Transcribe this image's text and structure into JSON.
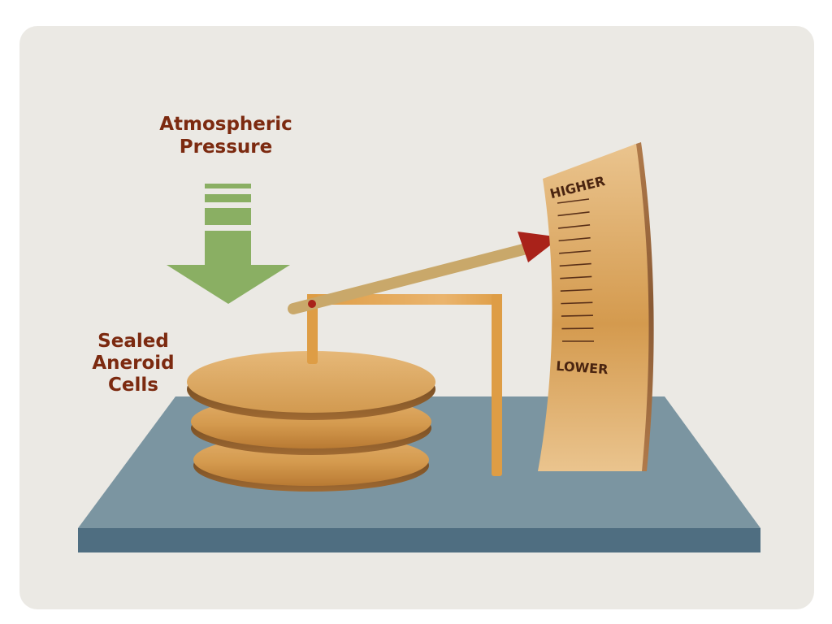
{
  "labels": {
    "pressure_line1": "Atmospheric",
    "pressure_line2": "Pressure",
    "cells_line1": "Sealed",
    "cells_line2": "Aneroid",
    "cells_line3": "Cells",
    "scale_high": "HIGHER",
    "scale_low": "LOWER"
  },
  "colors": {
    "background_panel": "#ebe9e4",
    "base_top": "#7b95a1",
    "base_front": "#4f6e81",
    "arrow_green": "#8aaf63",
    "label_brown": "#7c2a10",
    "pointer_red": "#a9221a",
    "cell_gold": "#d9a055",
    "scale_paper": "#e6bd7e"
  },
  "scale": {
    "tick_count": 12
  }
}
